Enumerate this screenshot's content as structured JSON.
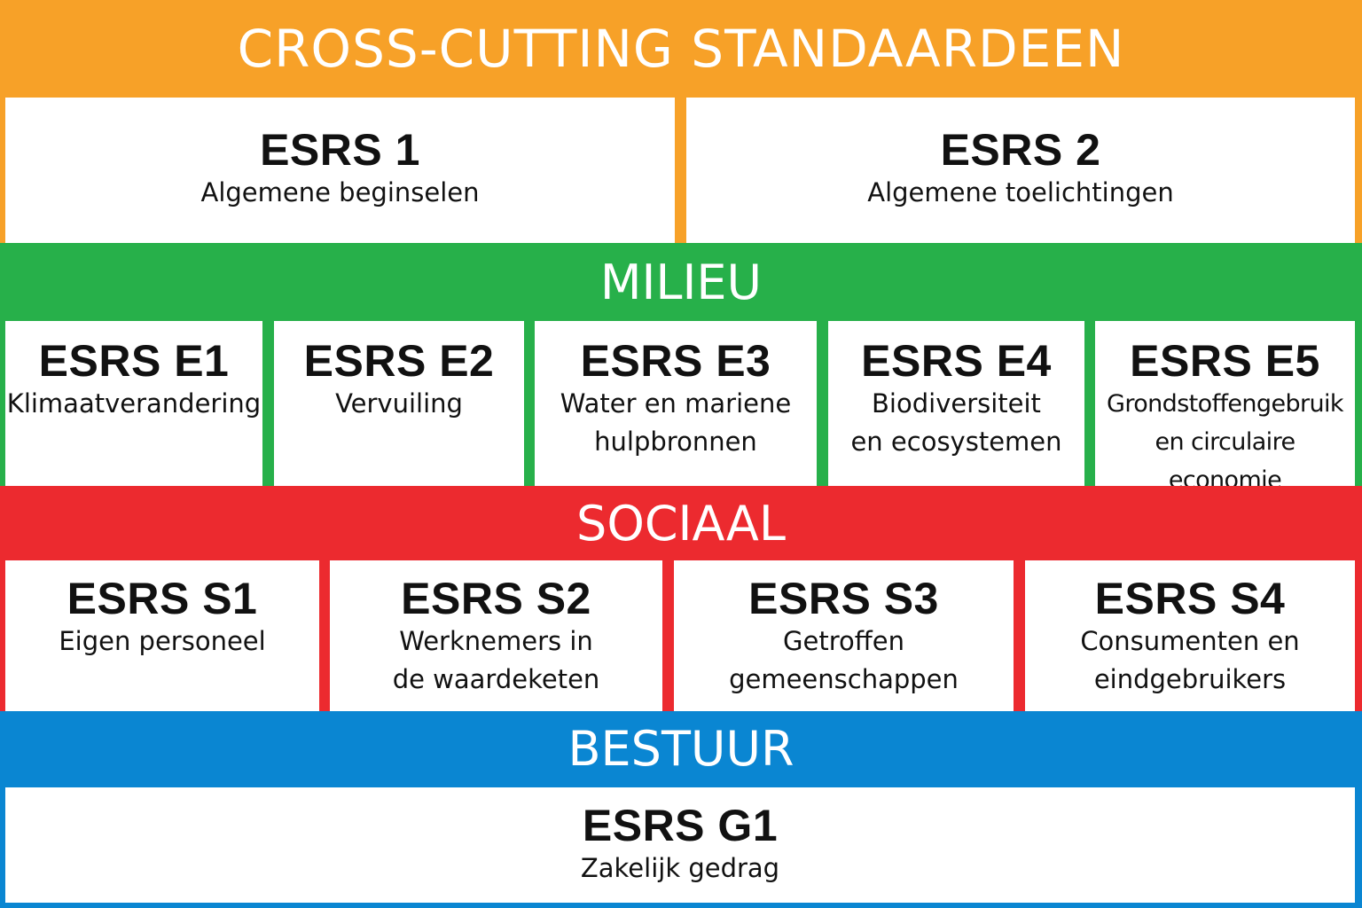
{
  "sections": {
    "cross_cutting": {
      "title": "CROSS-CUTTING STANDAARDEEN",
      "color": "#F7A128",
      "standards": [
        {
          "code": "ESRS 1",
          "desc": "Algemene beginselen"
        },
        {
          "code": "ESRS 2",
          "desc": "Algemene toelichtingen"
        }
      ]
    },
    "milieu": {
      "title": "MILIEU",
      "color": "#27B04A",
      "standards": [
        {
          "code": "ESRS E1",
          "desc": "Klimaatverandering"
        },
        {
          "code": "ESRS E2",
          "desc": "Vervuiling"
        },
        {
          "code": "ESRS E3",
          "desc": "Water en mariene\nhulpbronnen"
        },
        {
          "code": "ESRS E4",
          "desc": "Biodiversiteit\nen ecosystemen"
        },
        {
          "code": "ESRS E5",
          "desc": "Grondstoffengebruik\nen circulaire economie"
        }
      ]
    },
    "sociaal": {
      "title": "SOCIAAL",
      "color": "#EC2A2F",
      "standards": [
        {
          "code": "ESRS S1",
          "desc": "Eigen personeel"
        },
        {
          "code": "ESRS S2",
          "desc": "Werknemers in\nde waardeketen"
        },
        {
          "code": "ESRS S3",
          "desc": "Getroffen\ngemeenschappen"
        },
        {
          "code": "ESRS S4",
          "desc": "Consumenten en\neindgebruikers"
        }
      ]
    },
    "bestuur": {
      "title": "BESTUUR",
      "color": "#0A86D2",
      "standards": [
        {
          "code": "ESRS G1",
          "desc": "Zakelijk gedrag"
        }
      ]
    }
  }
}
